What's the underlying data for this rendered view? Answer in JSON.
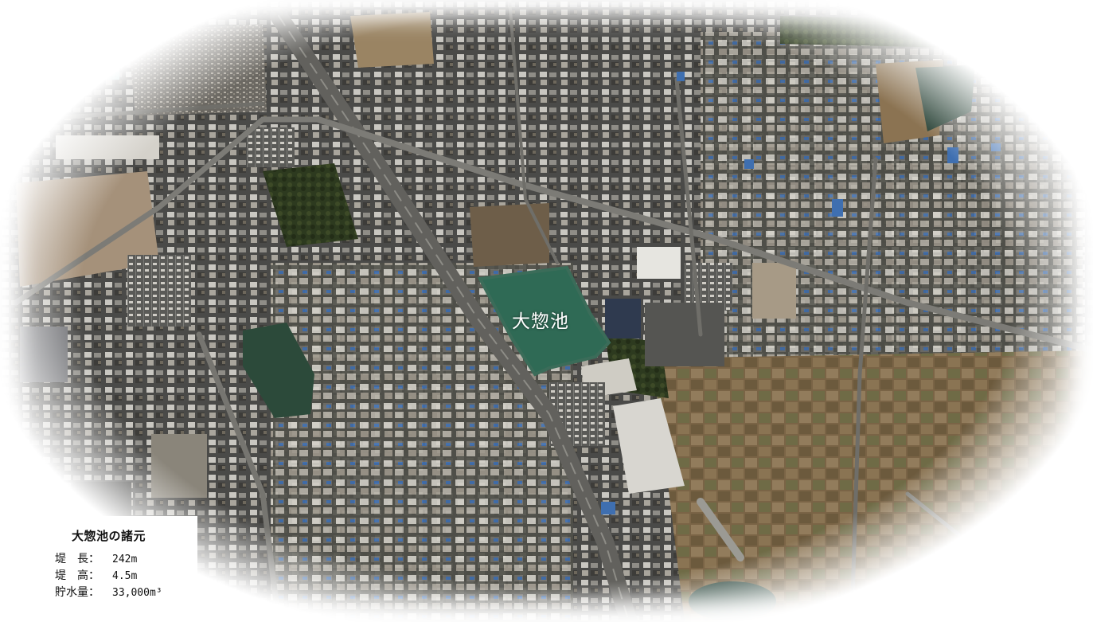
{
  "map": {
    "pond_label": "大惣池",
    "colors": {
      "urban": "#4a4a48",
      "roof_light": "#c9c7c1",
      "roof_blue": "#3f6fb0",
      "road": "#7c7b76",
      "highway": "#62615d",
      "pond_water": "#2f6a55",
      "field": "#7a6446",
      "sports_ground": "#a5917a",
      "trees": "#2d3a1f"
    }
  },
  "specs": {
    "title": "大惣池の諸元",
    "rows": [
      {
        "label": "堤　長：",
        "value": "242m"
      },
      {
        "label": "堤　高：",
        "value": "4.5m"
      },
      {
        "label": "貯水量：",
        "value": "33,000m³"
      }
    ]
  }
}
